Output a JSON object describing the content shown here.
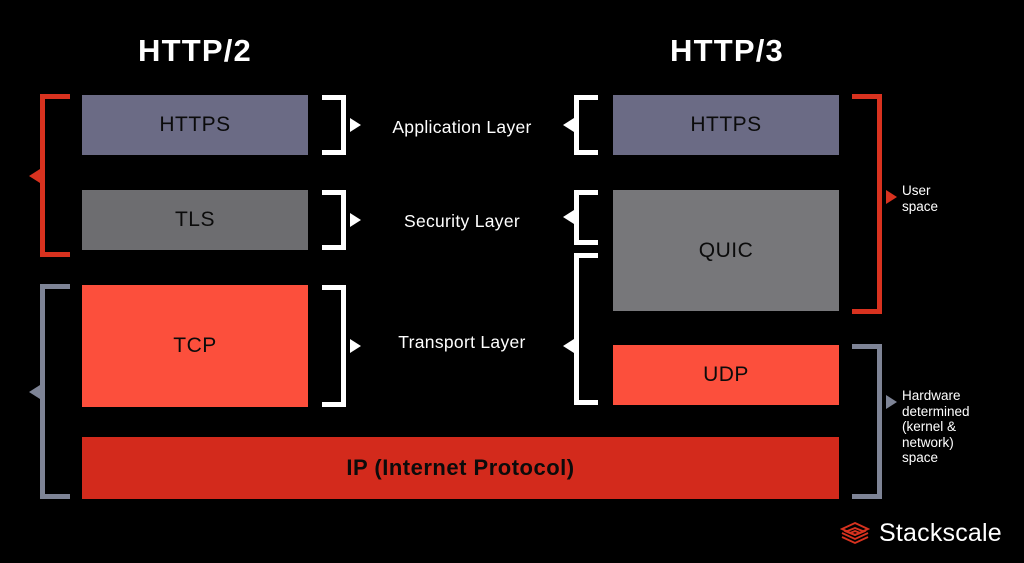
{
  "diagram": {
    "title_left": "HTTP/2",
    "title_right": "HTTP/3",
    "background_color": "#000000"
  },
  "layers": [
    {
      "name": "Application Layer"
    },
    {
      "name": "Security Layer"
    },
    {
      "name": "Transport Layer"
    }
  ],
  "http2_stack": [
    {
      "label": "HTTPS",
      "color": "#6b6b85"
    },
    {
      "label": "TLS",
      "color": "#6d6d70"
    },
    {
      "label": "TCP",
      "color": "#fc4f3c"
    }
  ],
  "http3_stack": [
    {
      "label": "HTTPS",
      "color": "#6b6b85"
    },
    {
      "label": "QUIC",
      "color": "#77777a"
    },
    {
      "label": "UDP",
      "color": "#fc4f3c"
    }
  ],
  "shared": {
    "ip_label": "IP (Internet Protocol)",
    "ip_color": "#d32a1c"
  },
  "space_labels": {
    "user": "User\nspace",
    "hardware": "Hardware\ndetermined\n(kernel &\nnetwork)\nspace",
    "user_color": "#d8321f",
    "hardware_color": "#7e8496"
  },
  "brand": {
    "name": "Stackscale",
    "logo_color": "#d8321f"
  }
}
